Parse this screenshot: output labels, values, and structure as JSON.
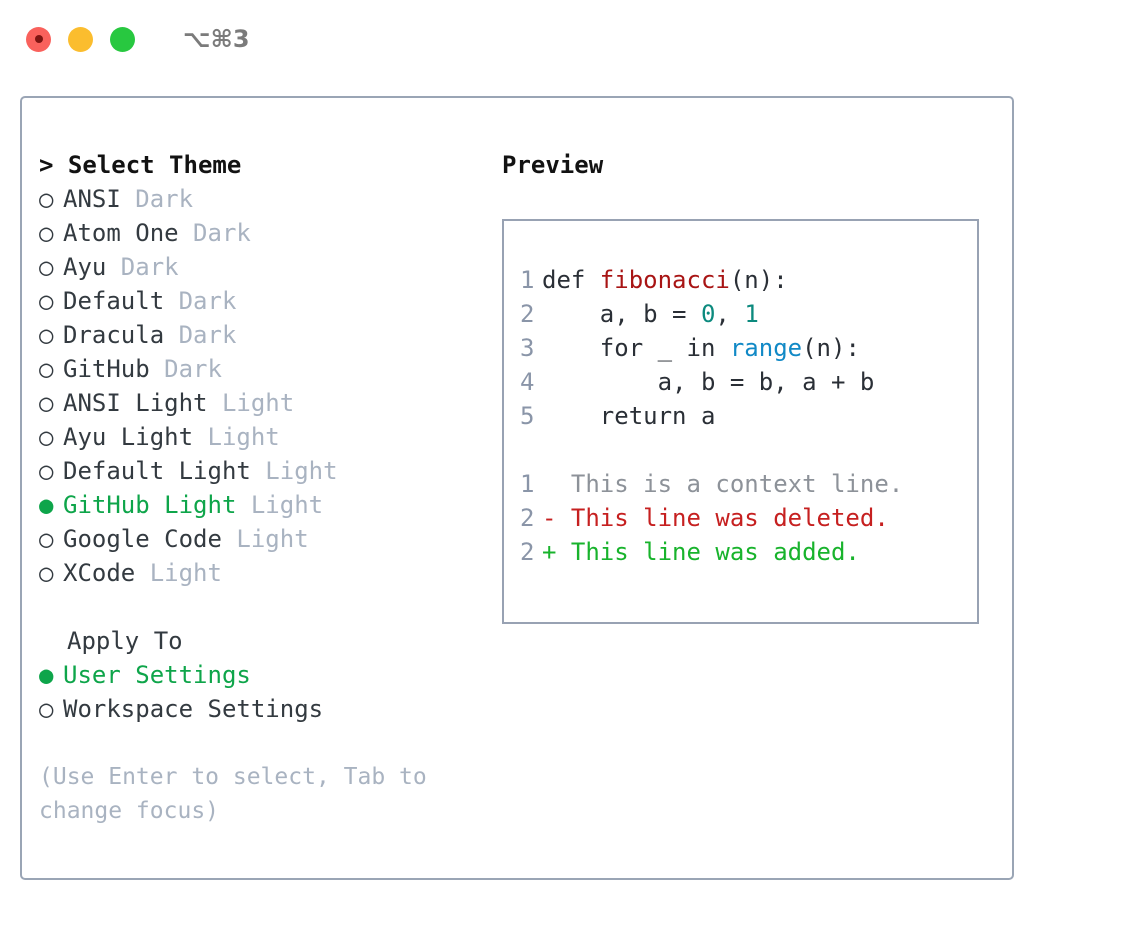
{
  "titlebar": {
    "lights": [
      {
        "name": "close-button",
        "color": "#f9615c"
      },
      {
        "name": "minimize-button",
        "color": "#fbbd2e"
      },
      {
        "name": "maximize-button",
        "color": "#28c840"
      }
    ],
    "shortcut": "⌥⌘3"
  },
  "theme_picker": {
    "header": "> Select Theme",
    "options": [
      {
        "bullet": "○",
        "label": "ANSI",
        "kind": "Dark",
        "selected": false
      },
      {
        "bullet": "○",
        "label": "Atom One",
        "kind": "Dark",
        "selected": false
      },
      {
        "bullet": "○",
        "label": "Ayu",
        "kind": "Dark",
        "selected": false
      },
      {
        "bullet": "○",
        "label": "Default",
        "kind": "Dark",
        "selected": false
      },
      {
        "bullet": "○",
        "label": "Dracula",
        "kind": "Dark",
        "selected": false
      },
      {
        "bullet": "○",
        "label": "GitHub",
        "kind": "Dark",
        "selected": false
      },
      {
        "bullet": "○",
        "label": "ANSI Light",
        "kind": "Light",
        "selected": false
      },
      {
        "bullet": "○",
        "label": "Ayu Light",
        "kind": "Light",
        "selected": false
      },
      {
        "bullet": "○",
        "label": "Default Light",
        "kind": "Light",
        "selected": false
      },
      {
        "bullet": "●",
        "label": "GitHub Light",
        "kind": "Light",
        "selected": true
      },
      {
        "bullet": "○",
        "label": "Google Code",
        "kind": "Light",
        "selected": false
      },
      {
        "bullet": "○",
        "label": "XCode",
        "kind": "Light",
        "selected": false
      }
    ]
  },
  "apply_to": {
    "header": "Apply To",
    "options": [
      {
        "bullet": "●",
        "label": "User Settings",
        "selected": true
      },
      {
        "bullet": "○",
        "label": "Workspace Settings",
        "selected": false
      }
    ]
  },
  "hint": "(Use Enter to select, Tab to change focus)",
  "preview": {
    "title": "Preview",
    "code_lines": [
      {
        "ln": "1",
        "tokens": [
          {
            "t": "def ",
            "c": "plain"
          },
          {
            "t": "fibonacci",
            "c": "fn"
          },
          {
            "t": "(n):",
            "c": "plain"
          }
        ]
      },
      {
        "ln": "2",
        "tokens": [
          {
            "t": "    a, b = ",
            "c": "plain"
          },
          {
            "t": "0",
            "c": "num"
          },
          {
            "t": ", ",
            "c": "plain"
          },
          {
            "t": "1",
            "c": "num"
          }
        ]
      },
      {
        "ln": "3",
        "tokens": [
          {
            "t": "    for _ in ",
            "c": "plain"
          },
          {
            "t": "range",
            "c": "call"
          },
          {
            "t": "(n):",
            "c": "plain"
          }
        ]
      },
      {
        "ln": "4",
        "tokens": [
          {
            "t": "        a, b = b, a + b",
            "c": "plain"
          }
        ]
      },
      {
        "ln": "5",
        "tokens": [
          {
            "t": "    return a",
            "c": "plain"
          }
        ]
      }
    ],
    "diff_lines": [
      {
        "ln": "1",
        "text": "  This is a context line.",
        "kind": "ctx"
      },
      {
        "ln": "2",
        "text": "- This line was deleted.",
        "kind": "del"
      },
      {
        "ln": "2",
        "text": "+ This line was added.",
        "kind": "add"
      }
    ]
  },
  "colors": {
    "accent_green": "#0ea54a",
    "border": "#9aa5b5",
    "muted": "#a9b3c1",
    "code_fn": "#a81414",
    "code_num": "#0c8a7e",
    "code_call": "#1189c6",
    "diff_del": "#c62020",
    "diff_add": "#18b32c"
  }
}
